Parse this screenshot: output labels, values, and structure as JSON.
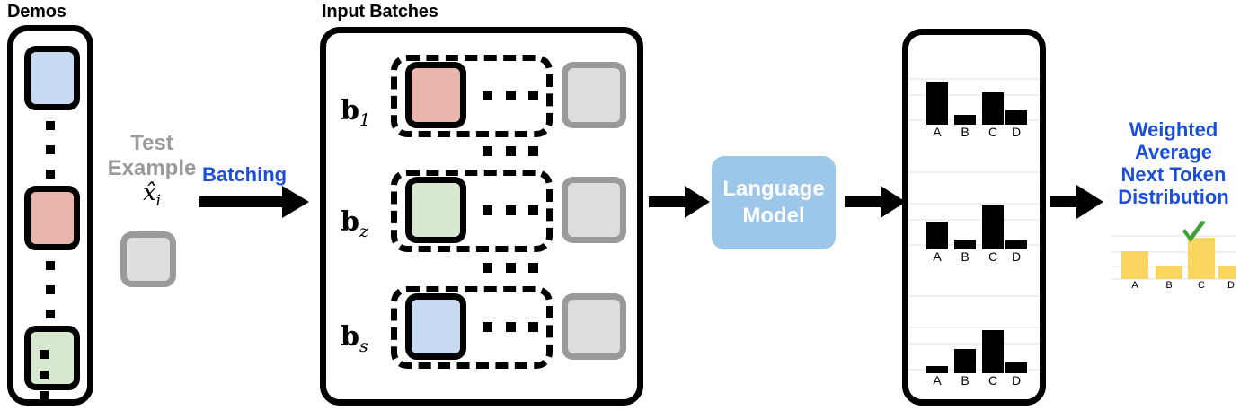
{
  "sections": {
    "demos": {
      "caption": "Demos"
    },
    "input_batches": {
      "caption": "Input Batches"
    },
    "test_example": {
      "line1": "Test",
      "line2": "Example",
      "symbol": "x̂",
      "symbol_sub": "i"
    },
    "batching": {
      "label": "Batching"
    },
    "language_model": {
      "line1": "Language",
      "line2": "Model"
    },
    "weighted_average": {
      "line1": "Weighted",
      "line2": "Average",
      "line3": "Next Token",
      "line4": "Distribution"
    }
  },
  "batches": [
    {
      "symbol": "b",
      "subscript": "1",
      "color": "red"
    },
    {
      "symbol": "b",
      "subscript": "z",
      "color": "green"
    },
    {
      "symbol": "b",
      "subscript": "s",
      "color": "blue"
    }
  ],
  "colors": {
    "blue_square": "#c7daf1",
    "red_square": "#e8b5ad",
    "green_square": "#d7e8d1",
    "gray_square": "#dddddd",
    "gray_square_border": "#9a9a9a",
    "accent_blue": "#1b4fd8",
    "lm_fill": "#9cc7e8",
    "bar_black": "#000000",
    "bar_yellow": "#fbd561",
    "check_green": "#3fa134",
    "gridline": "#f0f0f0",
    "muted_text": "#9a9a9a"
  },
  "chart_data": [
    {
      "type": "bar",
      "name": "batch-1-next-token-distribution",
      "categories": [
        "A",
        "B",
        "C",
        "D"
      ],
      "values": [
        0.92,
        0.22,
        0.7,
        0.31
      ],
      "title": "",
      "xlabel": "",
      "ylabel": "",
      "ylim": [
        0,
        1
      ],
      "grid": true,
      "legend": "none",
      "color": "#000000"
    },
    {
      "type": "bar",
      "name": "batch-z-next-token-distribution",
      "categories": [
        "A",
        "B",
        "C",
        "D"
      ],
      "values": [
        0.6,
        0.2,
        0.95,
        0.18
      ],
      "title": "",
      "xlabel": "",
      "ylabel": "",
      "ylim": [
        0,
        1
      ],
      "grid": true,
      "legend": "none",
      "color": "#000000"
    },
    {
      "type": "bar",
      "name": "batch-s-next-token-distribution",
      "categories": [
        "A",
        "B",
        "C",
        "D"
      ],
      "values": [
        0.14,
        0.52,
        0.92,
        0.22
      ],
      "title": "",
      "xlabel": "",
      "ylabel": "",
      "ylim": [
        0,
        1
      ],
      "grid": true,
      "legend": "none",
      "color": "#000000"
    },
    {
      "type": "bar",
      "name": "weighted-average-next-token-distribution",
      "categories": [
        "A",
        "B",
        "C",
        "D"
      ],
      "values": [
        0.62,
        0.3,
        0.92,
        0.3
      ],
      "title": "Weighted Average Next Token Distribution",
      "xlabel": "",
      "ylabel": "",
      "ylim": [
        0,
        1
      ],
      "grid": true,
      "legend": "none",
      "color": "#fbd561",
      "annotation": {
        "marker": "check",
        "at_category": "C"
      }
    }
  ],
  "icons": {
    "check": "✓"
  }
}
